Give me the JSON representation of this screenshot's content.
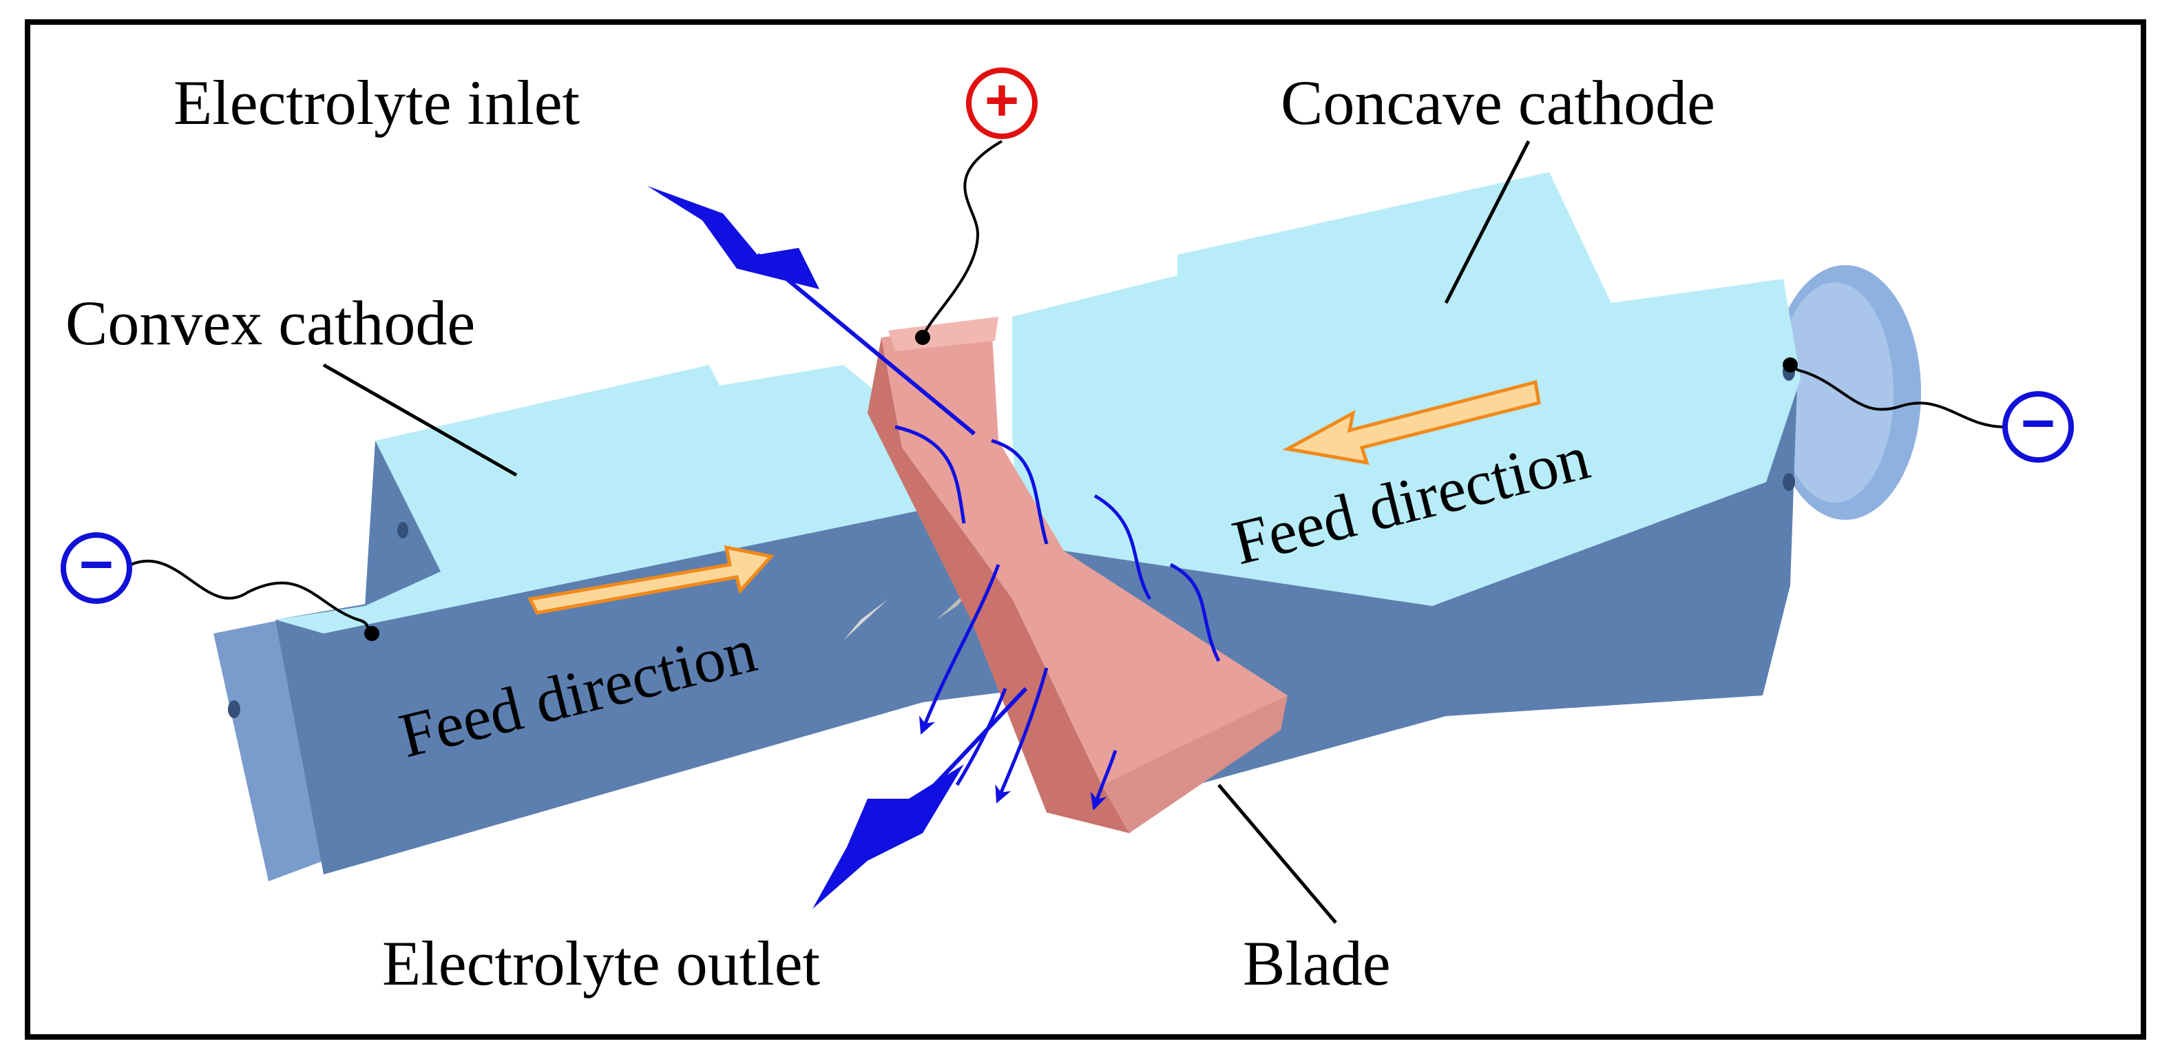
{
  "labels": {
    "electrolyte_inlet": "Electrolyte inlet",
    "electrolyte_outlet": "Electrolyte outlet",
    "concave_cathode": "Concave cathode",
    "convex_cathode": "Convex cathode",
    "blade": "Blade",
    "feed_direction_left": "Feed direction",
    "feed_direction_right": "Feed direction"
  },
  "terminals": {
    "anode_symbol": "+",
    "cathode_left_symbol": "−",
    "cathode_right_symbol": "−"
  },
  "colors": {
    "cathode_top": "#b8ecf8",
    "cathode_side": "#5c7fb0",
    "blade": "#e8a09a",
    "blade_dark": "#c9736c",
    "flow_blue": "#1010e0",
    "feed_arrow_fill": "#fbd79a",
    "feed_arrow_stroke": "#f08a1c",
    "anode_red": "#e01010",
    "cathode_blue": "#1010d8"
  }
}
